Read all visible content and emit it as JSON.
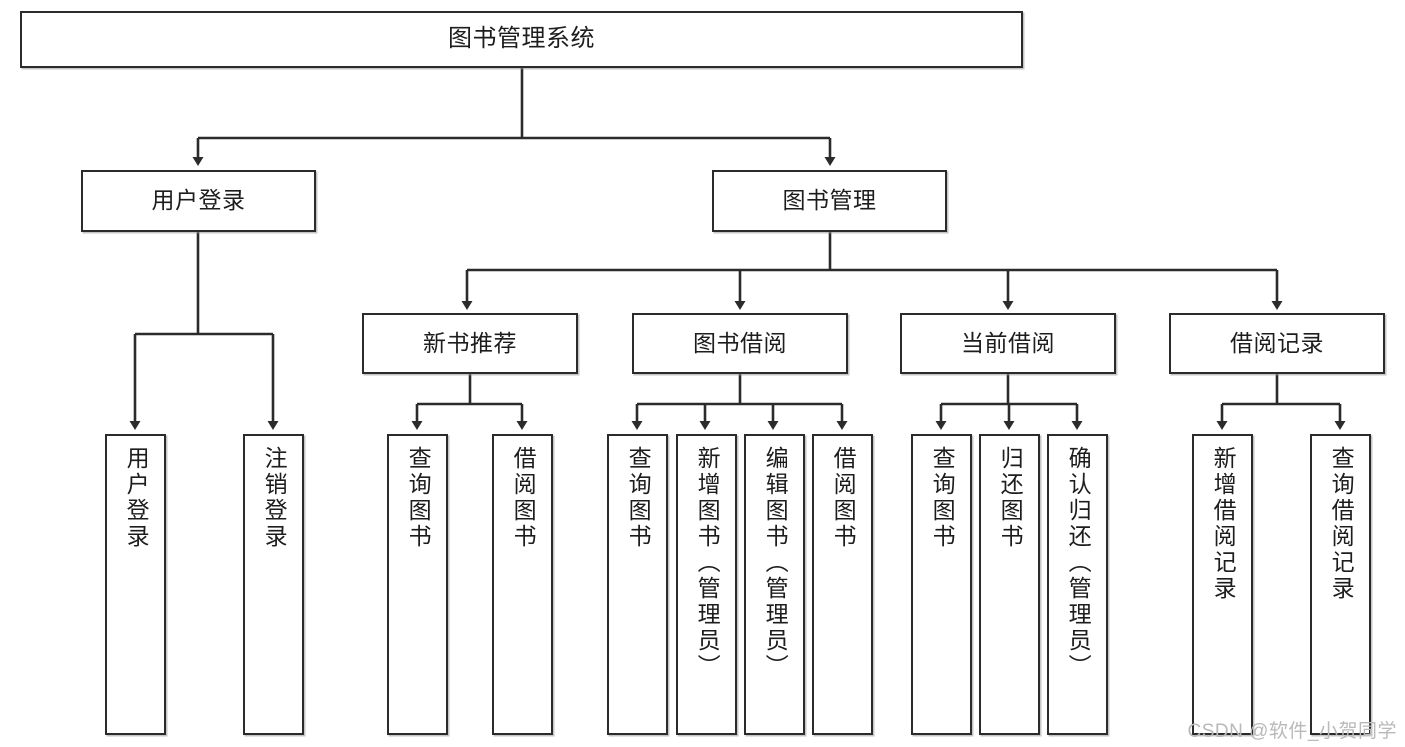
{
  "diagram": {
    "title": "图书管理系统",
    "type": "tree-hierarchy-diagram",
    "colors": {
      "stroke": "#2b2b2b",
      "fill": "#ffffff",
      "text": "#1d1d1d",
      "watermark": "#b9b9b9"
    },
    "nodes": {
      "root": {
        "label": "图书管理系统"
      },
      "level2": [
        {
          "id": "user-login",
          "label": "用户登录"
        },
        {
          "id": "book-management",
          "label": "图书管理"
        }
      ],
      "level3": [
        {
          "id": "new-book-recommend",
          "label": "新书推荐"
        },
        {
          "id": "book-borrow",
          "label": "图书借阅"
        },
        {
          "id": "current-borrow",
          "label": "当前借阅"
        },
        {
          "id": "borrow-record",
          "label": "借阅记录"
        }
      ],
      "leaves": {
        "user-login": [
          {
            "id": "leaf-user-login",
            "label": "用户登录"
          },
          {
            "id": "leaf-logout-login",
            "label": "注销登录"
          }
        ],
        "new-book-recommend": [
          {
            "id": "leaf-query-book-1",
            "label": "查询图书"
          },
          {
            "id": "leaf-borrow-book-1",
            "label": "借阅图书"
          }
        ],
        "book-borrow": [
          {
            "id": "leaf-query-book-2",
            "label": "查询图书"
          },
          {
            "id": "leaf-add-book",
            "label": "新增图书（管理员）"
          },
          {
            "id": "leaf-edit-book",
            "label": "编辑图书（管理员）"
          },
          {
            "id": "leaf-borrow-book-2",
            "label": "借阅图书"
          }
        ],
        "current-borrow": [
          {
            "id": "leaf-query-book-3",
            "label": "查询图书"
          },
          {
            "id": "leaf-return-book",
            "label": "归还图书"
          },
          {
            "id": "leaf-confirm-return",
            "label": "确认归还（管理员）"
          }
        ],
        "borrow-record": [
          {
            "id": "leaf-add-record",
            "label": "新增借阅记录"
          },
          {
            "id": "leaf-query-record",
            "label": "查询借阅记录"
          }
        ]
      }
    },
    "watermark": "CSDN @软件_小贺同学"
  }
}
